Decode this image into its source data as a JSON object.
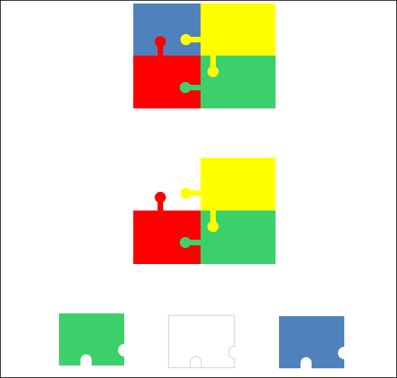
{
  "colors": {
    "blue": "#4F81BD",
    "yellow": "#FFFF00",
    "red": "#FF0000",
    "green": "#3CD06B",
    "outline": "#D9D9D9",
    "frame": "#000000"
  },
  "puzzles": {
    "complete": {
      "pieces": [
        "blue",
        "yellow",
        "red",
        "green"
      ]
    },
    "missing_piece": {
      "pieces": [
        "yellow",
        "red",
        "green"
      ],
      "missing": "blue"
    }
  },
  "answer_options": [
    {
      "color": "green",
      "style": "filled"
    },
    {
      "color": "outline",
      "style": "outline"
    },
    {
      "color": "blue",
      "style": "filled"
    }
  ]
}
